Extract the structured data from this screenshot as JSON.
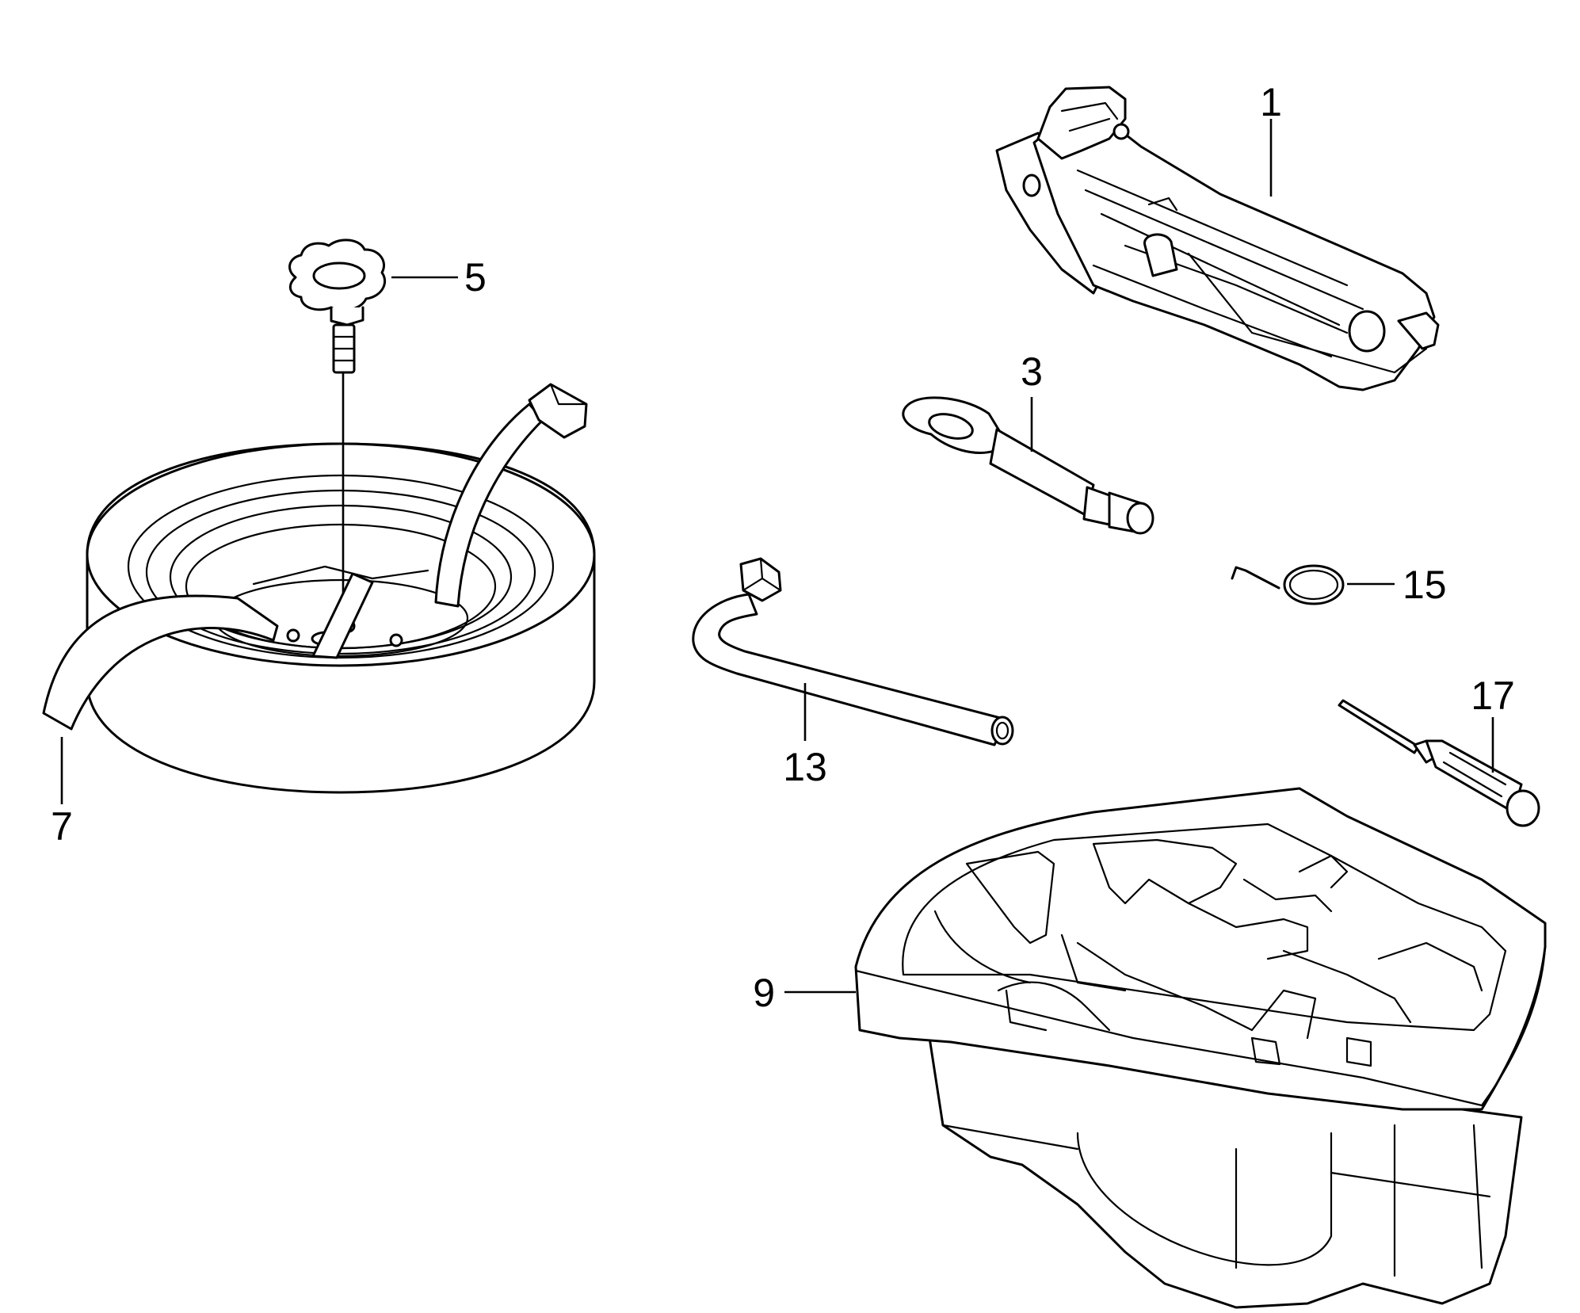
{
  "callouts": {
    "c1": "1",
    "c3": "3",
    "c5": "5",
    "c7": "7",
    "c9": "9",
    "c13": "13",
    "c15": "15",
    "c17": "17"
  }
}
